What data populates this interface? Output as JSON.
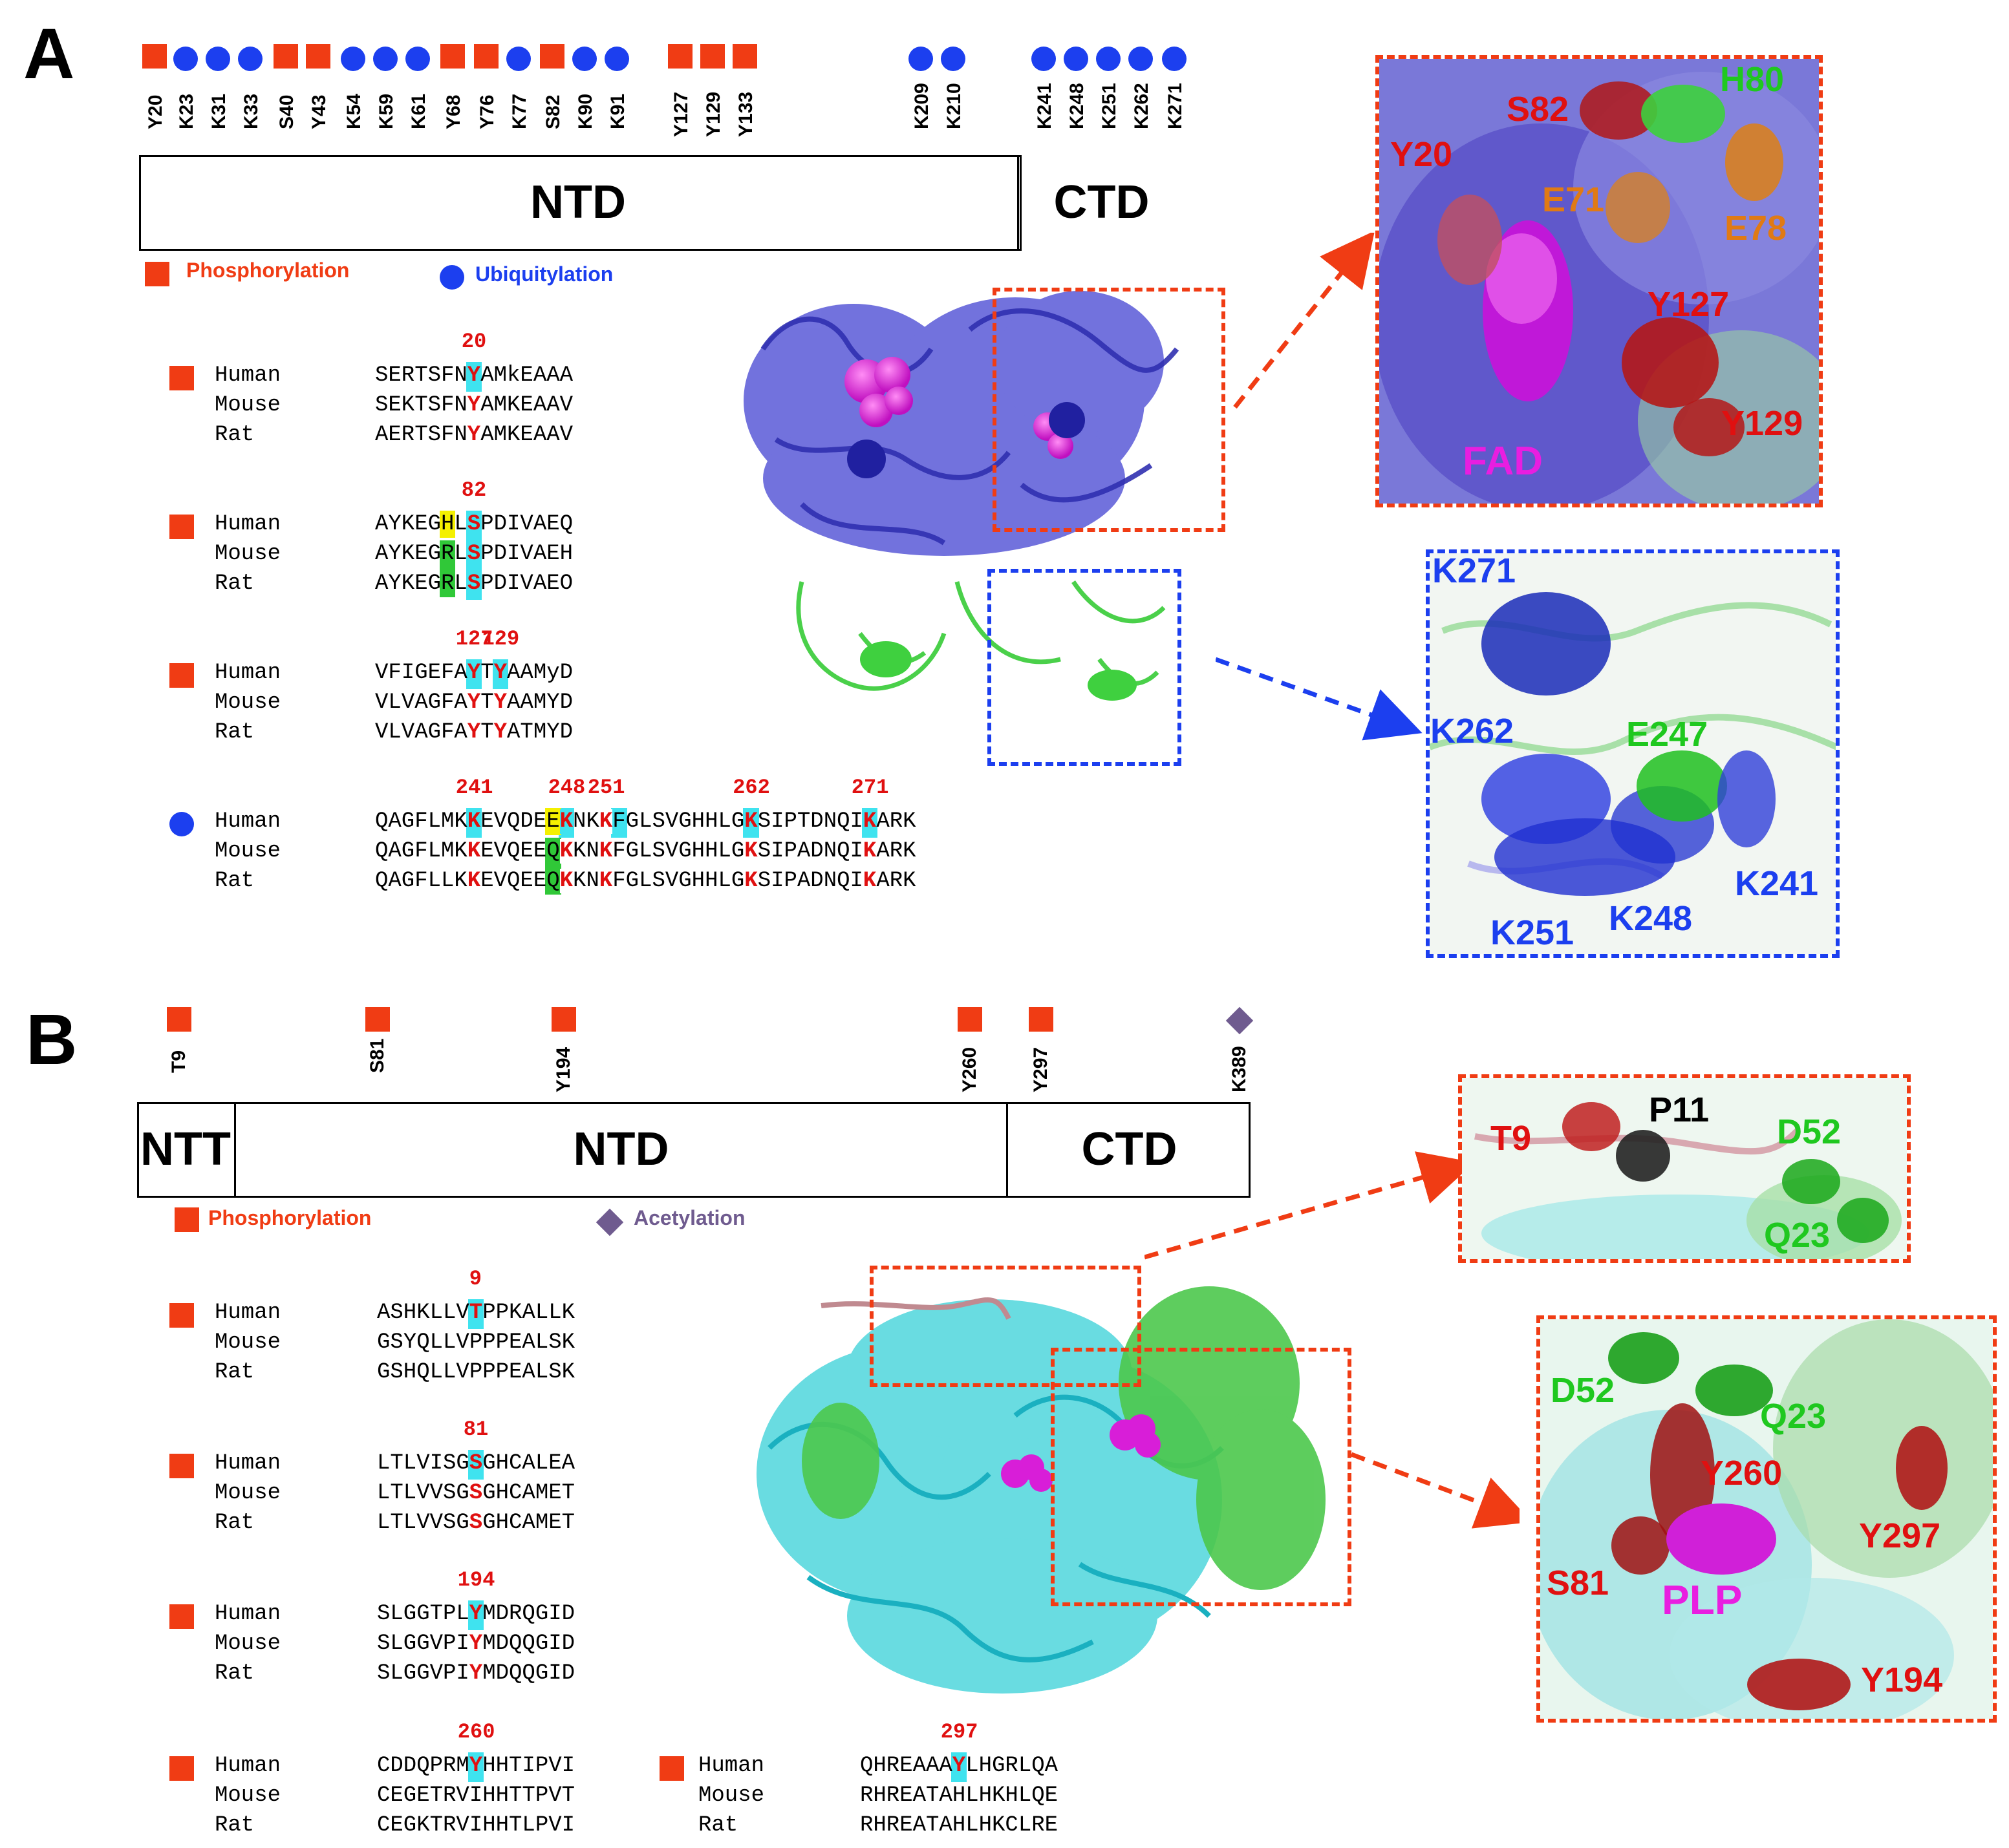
{
  "panels": {
    "a": "A",
    "b": "B"
  },
  "colors": {
    "phospho": "#f03c14",
    "ubiq": "#1c3fef",
    "acetyl": "#6f5b8f",
    "cyan_hl": "#3fe3ef",
    "red_res": "#e01010",
    "green_res": "#1fc81f",
    "orange_res": "#e07a14",
    "magenta": "#e81ee0"
  },
  "A": {
    "sites": [
      "Y20",
      "K23",
      "K31",
      "K33",
      "S40",
      "Y43",
      "K54",
      "K59",
      "K61",
      "Y68",
      "Y76",
      "K77",
      "S82",
      "K90",
      "K91",
      "Y127",
      "Y129",
      "Y133",
      "K209",
      "K210",
      "K241",
      "K248",
      "K251",
      "K262",
      "K271"
    ],
    "site_types": [
      "phospho",
      "ubiq",
      "ubiq",
      "ubiq",
      "phospho",
      "phospho",
      "ubiq",
      "ubiq",
      "ubiq",
      "phospho",
      "phospho",
      "ubiq",
      "phospho",
      "ubiq",
      "ubiq",
      "phospho",
      "phospho",
      "phospho",
      "ubiq",
      "ubiq",
      "ubiq",
      "ubiq",
      "ubiq",
      "ubiq",
      "ubiq"
    ],
    "domains": {
      "ntd": "NTD",
      "ctd": "CTD"
    },
    "legend": {
      "phospho": "Phosphorylation",
      "ubiq": "Ubiquitylation"
    },
    "alignments": [
      {
        "pos": "20",
        "rows": [
          [
            "Human",
            "SERTSFNYAMkEAAA"
          ],
          [
            "Mouse",
            "SEKTSFNYAMKEAAV"
          ],
          [
            "Rat",
            "AERTSFNYAMKEAAV"
          ]
        ]
      },
      {
        "pos": "82",
        "rows": [
          [
            "Human",
            "AYKEGHLSPDIVAEQ"
          ],
          [
            "Mouse",
            "AYKEGRLSPDIVAEH"
          ],
          [
            "Rat",
            "AYKEGRLSPDIVAEO"
          ]
        ]
      },
      {
        "pos1": "127",
        "pos2": "129",
        "rows": [
          [
            "Human",
            "VFIGEFAYTYAAMyD"
          ],
          [
            "Mouse",
            "VLVAGFAYTYAAMYD"
          ],
          [
            "Rat",
            "VLVAGFAYTYATMYD"
          ]
        ]
      },
      {
        "positions": [
          "241",
          "248",
          "251",
          "262",
          "271"
        ],
        "rows": [
          [
            "Human",
            "QAGFLMKKEVQDEEKNKKFGLSVGHHLGKSIPTDNQIKARK"
          ],
          [
            "Mouse",
            "QAGFLMKKEVQEEQKKNKFGLSVGHHLGKSIPADNQIKARK"
          ],
          [
            "Rat",
            "QAGFLLKKEVQEEQKKNKFGLSVGHHLGKSIPADNQIKARK"
          ]
        ]
      }
    ],
    "zoom_top": {
      "residues": [
        "S82",
        "H80",
        "Y20",
        "E71",
        "E78",
        "Y127",
        "Y129"
      ],
      "ligand": "FAD"
    },
    "zoom_bottom": {
      "residues": [
        "K271",
        "K262",
        "E247",
        "K241",
        "K251",
        "K248"
      ]
    }
  },
  "B": {
    "sites": [
      "T9",
      "S81",
      "Y194",
      "Y260",
      "Y297",
      "K389"
    ],
    "site_types": [
      "phospho",
      "phospho",
      "phospho",
      "phospho",
      "phospho",
      "acetyl"
    ],
    "domains": {
      "ntt": "NTT",
      "ntd": "NTD",
      "ctd": "CTD"
    },
    "legend": {
      "phospho": "Phosphorylation",
      "acetyl": "Acetylation"
    },
    "alignments": [
      {
        "pos": "9",
        "rows": [
          [
            "Human",
            "ASHKLLVTPPKALLK"
          ],
          [
            "Mouse",
            "GSYQLLVPPPEALSK"
          ],
          [
            "Rat",
            "GSHQLLVPPPEALSK"
          ]
        ]
      },
      {
        "pos": "81",
        "rows": [
          [
            "Human",
            "LTLVISGSGHCALEA"
          ],
          [
            "Mouse",
            "LTLVVSGSGHCAMET"
          ],
          [
            "Rat",
            "LTLVVSGSGHCAMET"
          ]
        ]
      },
      {
        "pos": "194",
        "rows": [
          [
            "Human",
            "SLGGTPLYMDRQGID"
          ],
          [
            "Mouse",
            "SLGGVPIYMDQQGID"
          ],
          [
            "Rat",
            "SLGGVPIYMDQQGID"
          ]
        ]
      },
      {
        "pos": "260",
        "rows": [
          [
            "Human",
            "CDDQPRMYHHTIPVI"
          ],
          [
            "Mouse",
            "CEGETRVIHHTTPVT"
          ],
          [
            "Rat",
            "CEGKTRVIHHTLPVI"
          ]
        ]
      },
      {
        "pos": "297",
        "rows": [
          [
            "Human",
            "QHREAAAYLHGRLQA"
          ],
          [
            "Mouse",
            "RHREATAHLHKHLQE"
          ],
          [
            "Rat",
            "RHREATAHLHKCLRE"
          ]
        ]
      }
    ],
    "zoom_top": {
      "residues": [
        "T9",
        "P11",
        "D52",
        "Q23"
      ]
    },
    "zoom_bottom": {
      "residues": [
        "D52",
        "Q23",
        "Y260",
        "Y297",
        "S81",
        "Y194"
      ],
      "ligand": "PLP"
    }
  }
}
